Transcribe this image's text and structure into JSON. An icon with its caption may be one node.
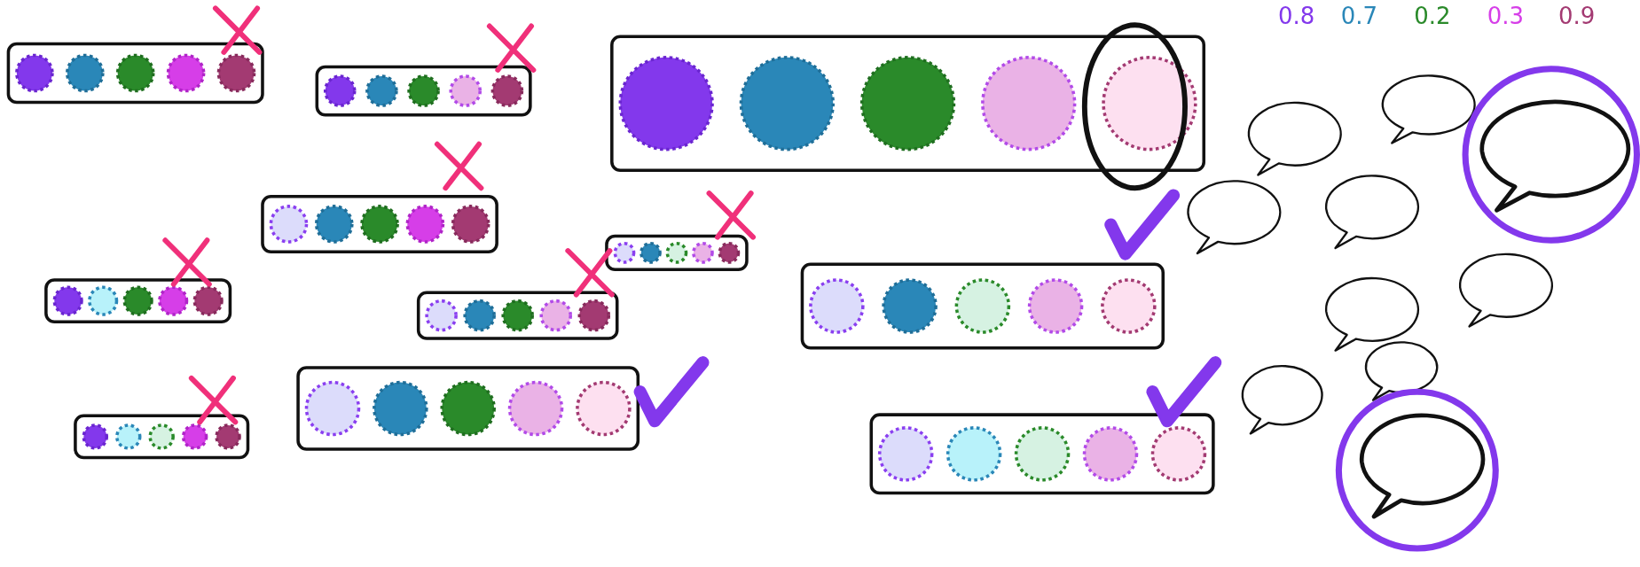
{
  "diagram": {
    "labels": [
      "0.8",
      "0.7",
      "0.2",
      "0.3",
      "0.9"
    ]
  }
}
